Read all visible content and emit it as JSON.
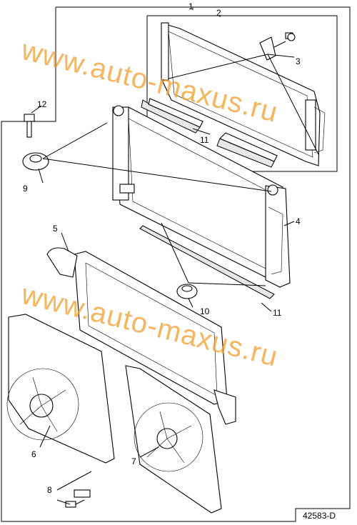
{
  "callouts": [
    {
      "id": "1",
      "label": "1"
    },
    {
      "id": "2",
      "label": "2"
    },
    {
      "id": "3",
      "label": "3"
    },
    {
      "id": "4",
      "label": "4"
    },
    {
      "id": "5",
      "label": "5"
    },
    {
      "id": "6",
      "label": "6"
    },
    {
      "id": "7",
      "label": "7"
    },
    {
      "id": "8",
      "label": "8"
    },
    {
      "id": "9",
      "label": "9"
    },
    {
      "id": "10",
      "label": "10"
    },
    {
      "id": "11a",
      "label": "11"
    },
    {
      "id": "11b",
      "label": "11"
    },
    {
      "id": "12",
      "label": "12"
    }
  ],
  "watermark": {
    "top": "www.auto-maxus.ru",
    "bottom": "www.auto-maxus.ru",
    "color": "#f39c2a"
  },
  "diagram_code": "42583-D"
}
